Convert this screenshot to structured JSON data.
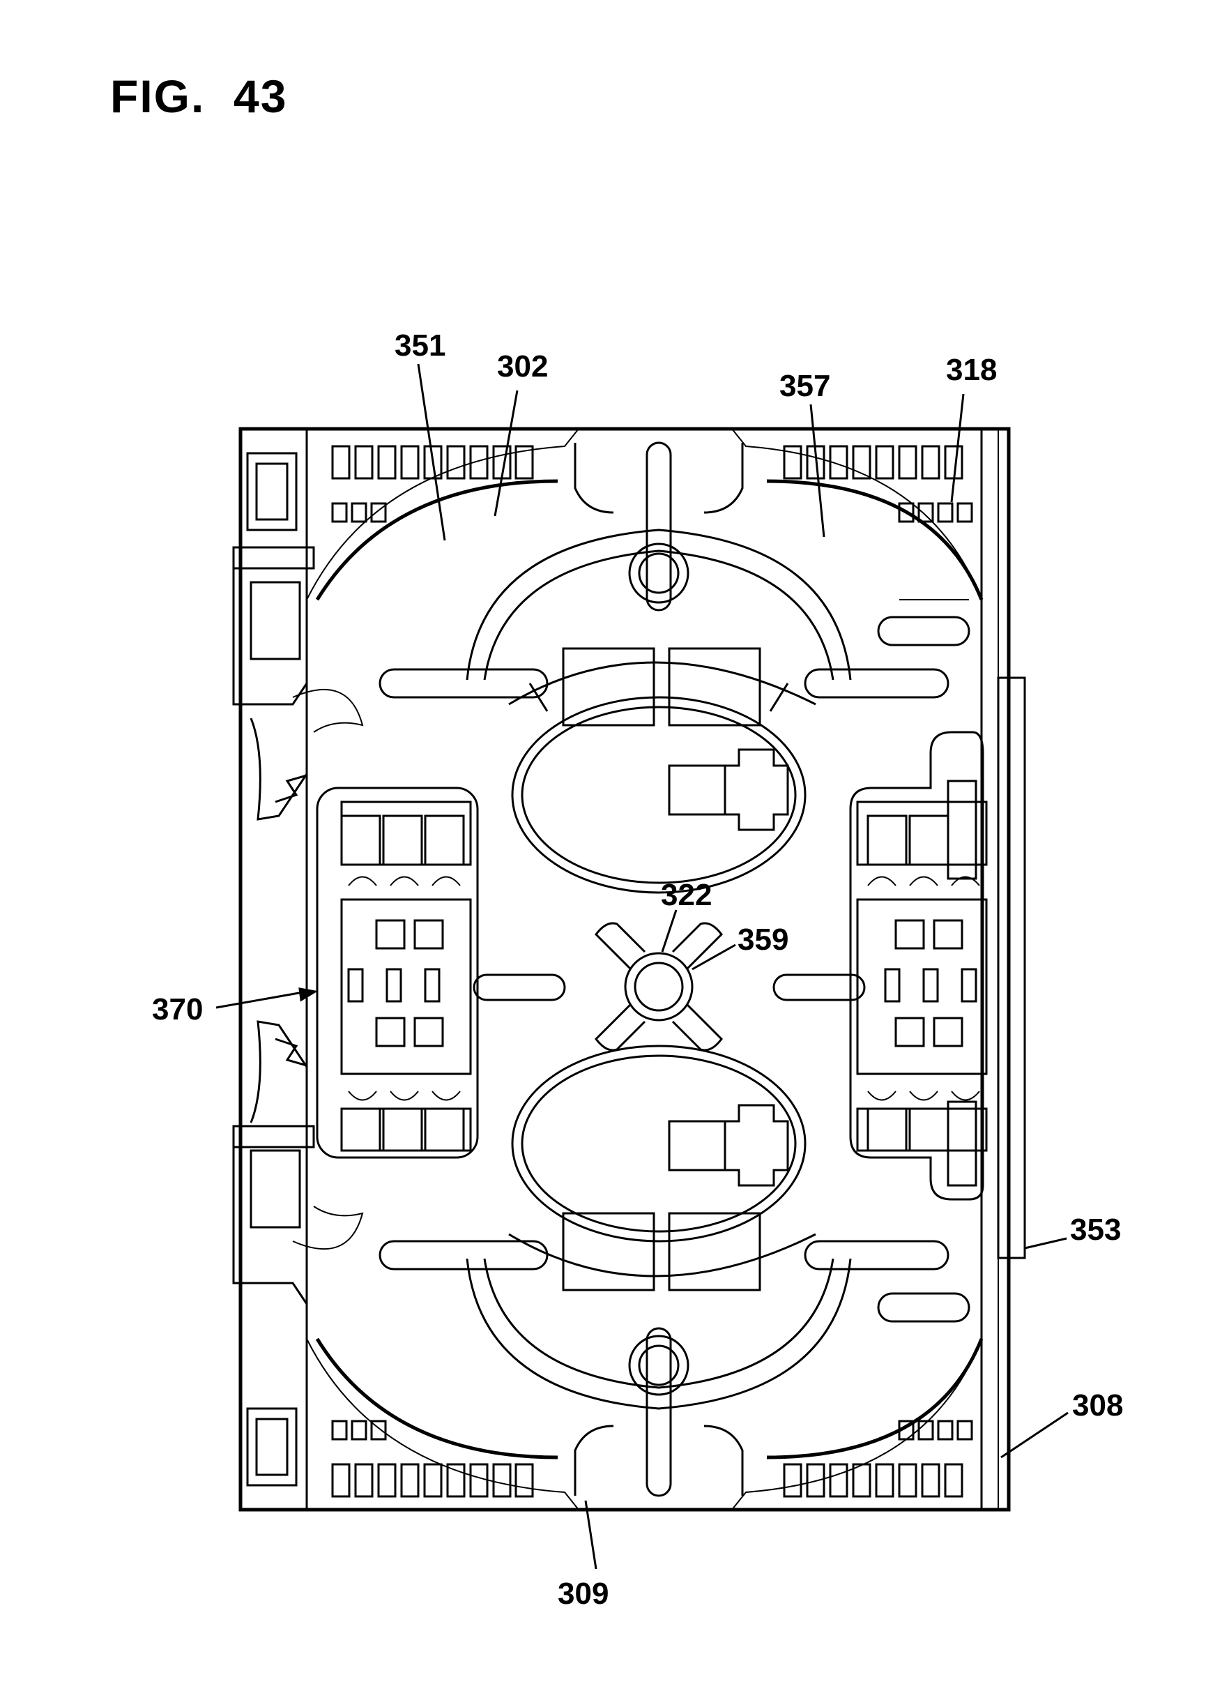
{
  "figure": {
    "title": "FIG.  43",
    "labels": {
      "l351": "351",
      "l302": "302",
      "l357": "357",
      "l318": "318",
      "l322": "322",
      "l359": "359",
      "l370": "370",
      "l353": "353",
      "l308": "308",
      "l309": "309"
    }
  }
}
